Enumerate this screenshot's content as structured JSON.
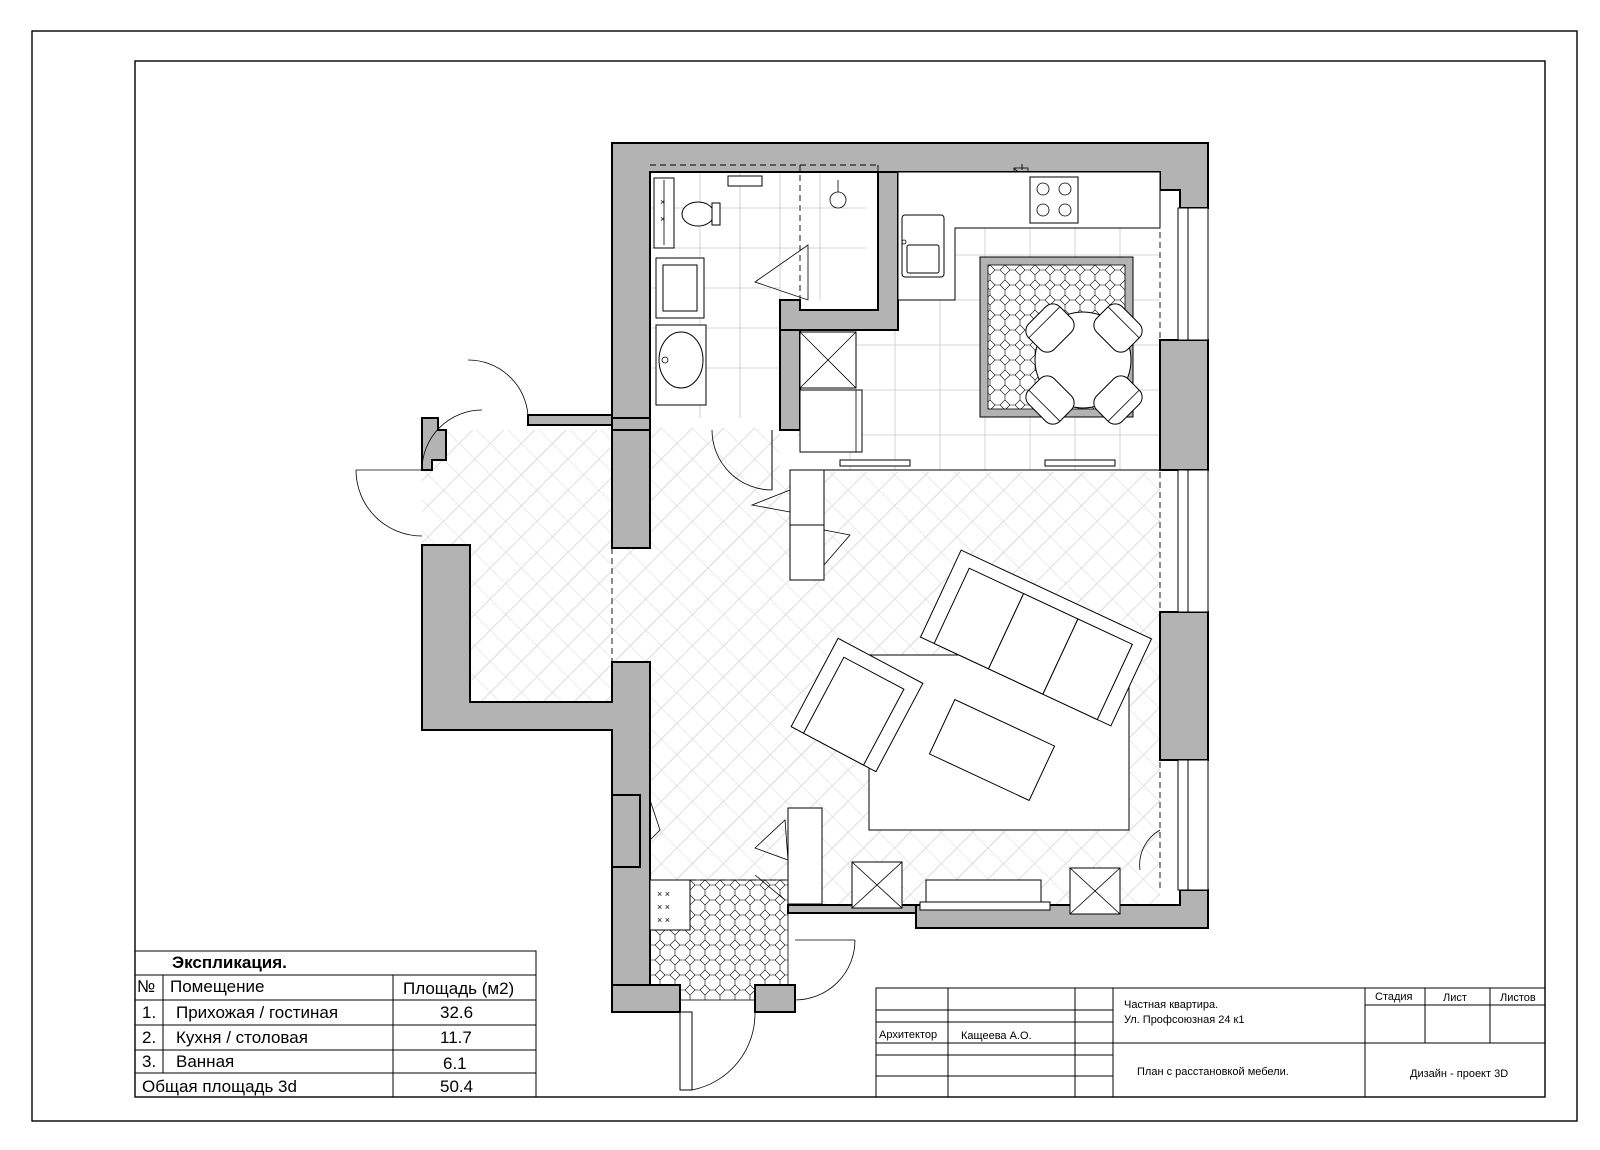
{
  "explication": {
    "title": "Экспликация.",
    "headers": {
      "num": "№",
      "room": "Помещение",
      "area": "Площадь (м2)"
    },
    "rows": [
      {
        "num": "1.",
        "room": "Прихожая / гостиная",
        "area": "32.6"
      },
      {
        "num": "2.",
        "room": "Кухня / столовая",
        "area": "11.7"
      },
      {
        "num": "3.",
        "room": "Ванная",
        "area": "6.1"
      }
    ],
    "total_label": "Общая площадь 3d",
    "total_area": "50.4"
  },
  "title_block": {
    "project_line1": "Частная квартира.",
    "project_line2": "Ул. Профсоюзная 24 к1",
    "stage_label": "Стадия",
    "sheet_label": "Лист",
    "sheets_label": "Листов",
    "architect_label": "Архитектор",
    "architect_name": "Кащеева А.О.",
    "drawing_title": "План с расстановкой мебели.",
    "company": "Дизайн - проект 3D"
  }
}
